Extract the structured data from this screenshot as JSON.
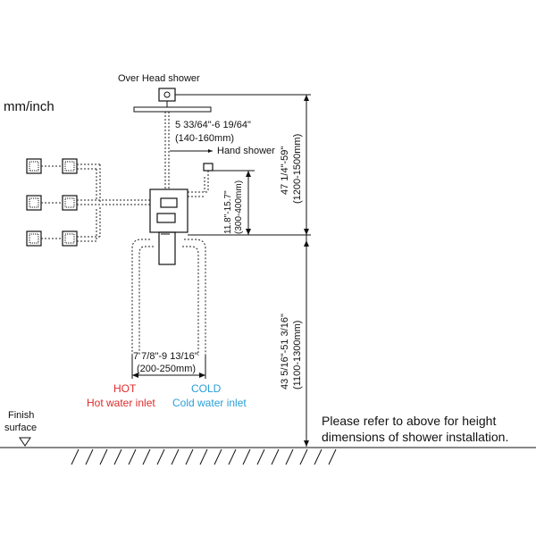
{
  "units_label": "mm/inch",
  "overhead": {
    "label": "Over Head shower",
    "offset_inch": "5 33/64\"-6 19/64\"",
    "offset_mm": "(140-160mm)"
  },
  "hand_shower": {
    "label": "Hand shower",
    "dim_inch": "11.8\"-15.7\"",
    "dim_mm": "(300-400mm)"
  },
  "upper_height": {
    "inch": "47 1/4\"-59\"",
    "mm": "(1200-1500mm)"
  },
  "lower_height": {
    "inch": "43 5/16\"-51 3/16\"",
    "mm": "(1100-1300mm)"
  },
  "inlet_spacing": {
    "inch": "7 7/8\"-9 13/16\"",
    "mm": "(200-250mm)"
  },
  "hot": {
    "label": "HOT",
    "inlet_label": "Hot water inlet",
    "color": "#e02b2b"
  },
  "cold": {
    "label": "COLD",
    "inlet_label": "Cold water inlet",
    "color": "#2a9fd8"
  },
  "finish": {
    "line1": "Finish",
    "line2": "surface"
  },
  "note": {
    "line1": "Please refer to above for height",
    "line2": "dimensions of shower installation."
  }
}
